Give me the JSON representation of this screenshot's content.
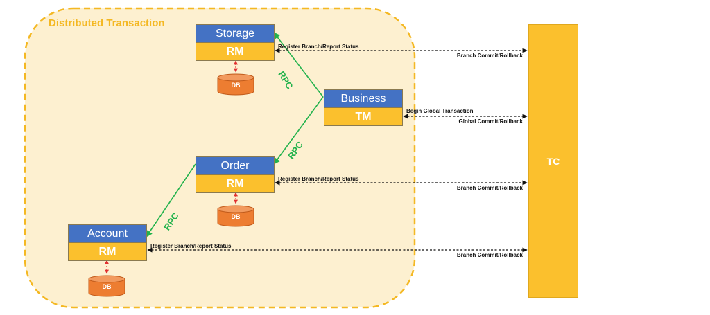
{
  "region": {
    "title": "Distributed Transaction"
  },
  "services": [
    {
      "id": "storage",
      "name": "Storage",
      "role": "RM"
    },
    {
      "id": "business",
      "name": "Business",
      "role": "TM"
    },
    {
      "id": "order",
      "name": "Order",
      "role": "RM"
    },
    {
      "id": "account",
      "name": "Account",
      "role": "RM"
    }
  ],
  "db_label": "DB",
  "rpc_label": "RPC",
  "tc_label": "TC",
  "messages": {
    "register": "Register Branch/Report Status",
    "branch": "Branch Commit/Rollback",
    "begin": "Begin Global Transaction",
    "global": "Global Commit/Rollback"
  },
  "colors": {
    "service_top": "#4472C4",
    "service_bottom": "#FBC02D",
    "db": "#ED7D31",
    "rpc": "#22B24C",
    "region_border": "#F4B823",
    "region_fill": "#FDF0D0",
    "db_link": "#E03030"
  }
}
